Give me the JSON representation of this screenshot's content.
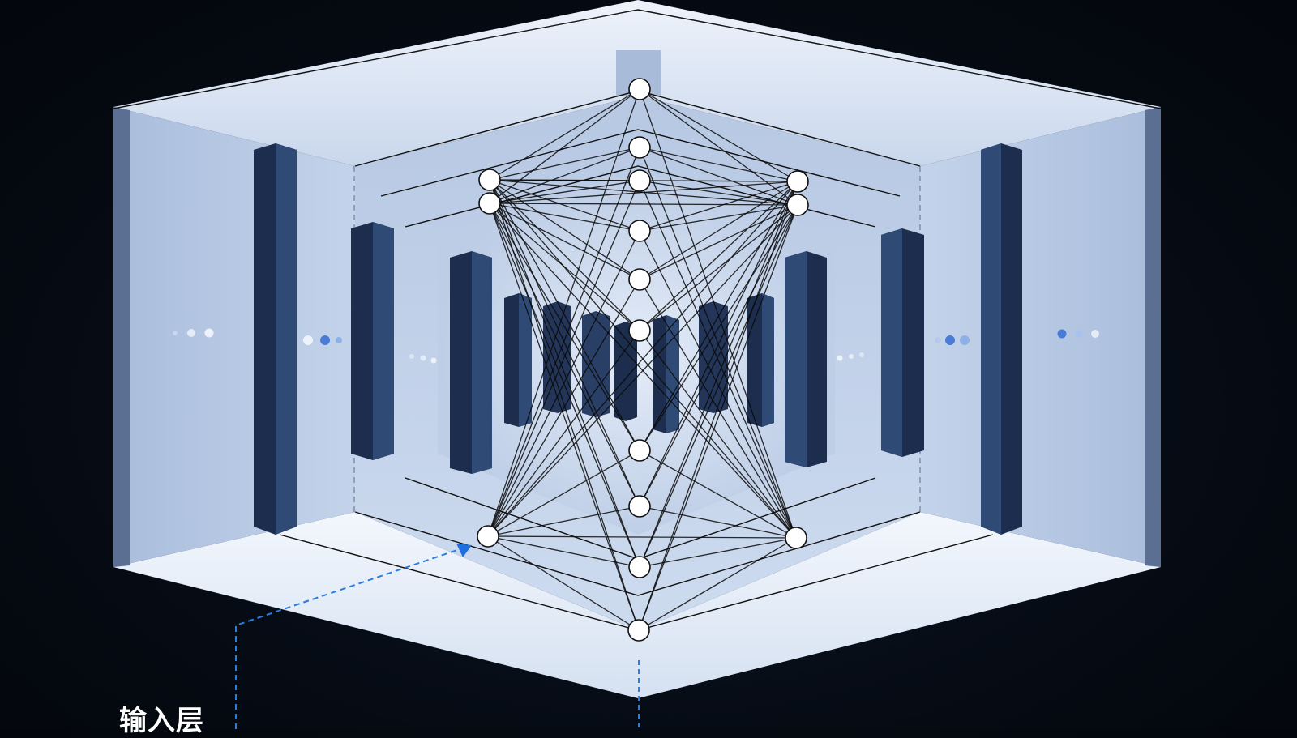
{
  "annotation": {
    "label": "输入层"
  },
  "colors": {
    "background": "#060b14",
    "frame_outer": "#dbe6f5",
    "frame_inner": "#9fb4d6",
    "pillar_front": "#1c2d4d",
    "pillar_side": "#2f4a75",
    "node_fill": "#ffffff",
    "edge": "#0a0a0a",
    "callout_line": "#2a7de1"
  },
  "network": {
    "columns": [
      {
        "name": "left",
        "count": 3
      },
      {
        "name": "center",
        "count": 10
      },
      {
        "name": "right",
        "count": 3
      }
    ]
  },
  "icons": {
    "callout_arrow": "arrow-up-right-icon"
  }
}
